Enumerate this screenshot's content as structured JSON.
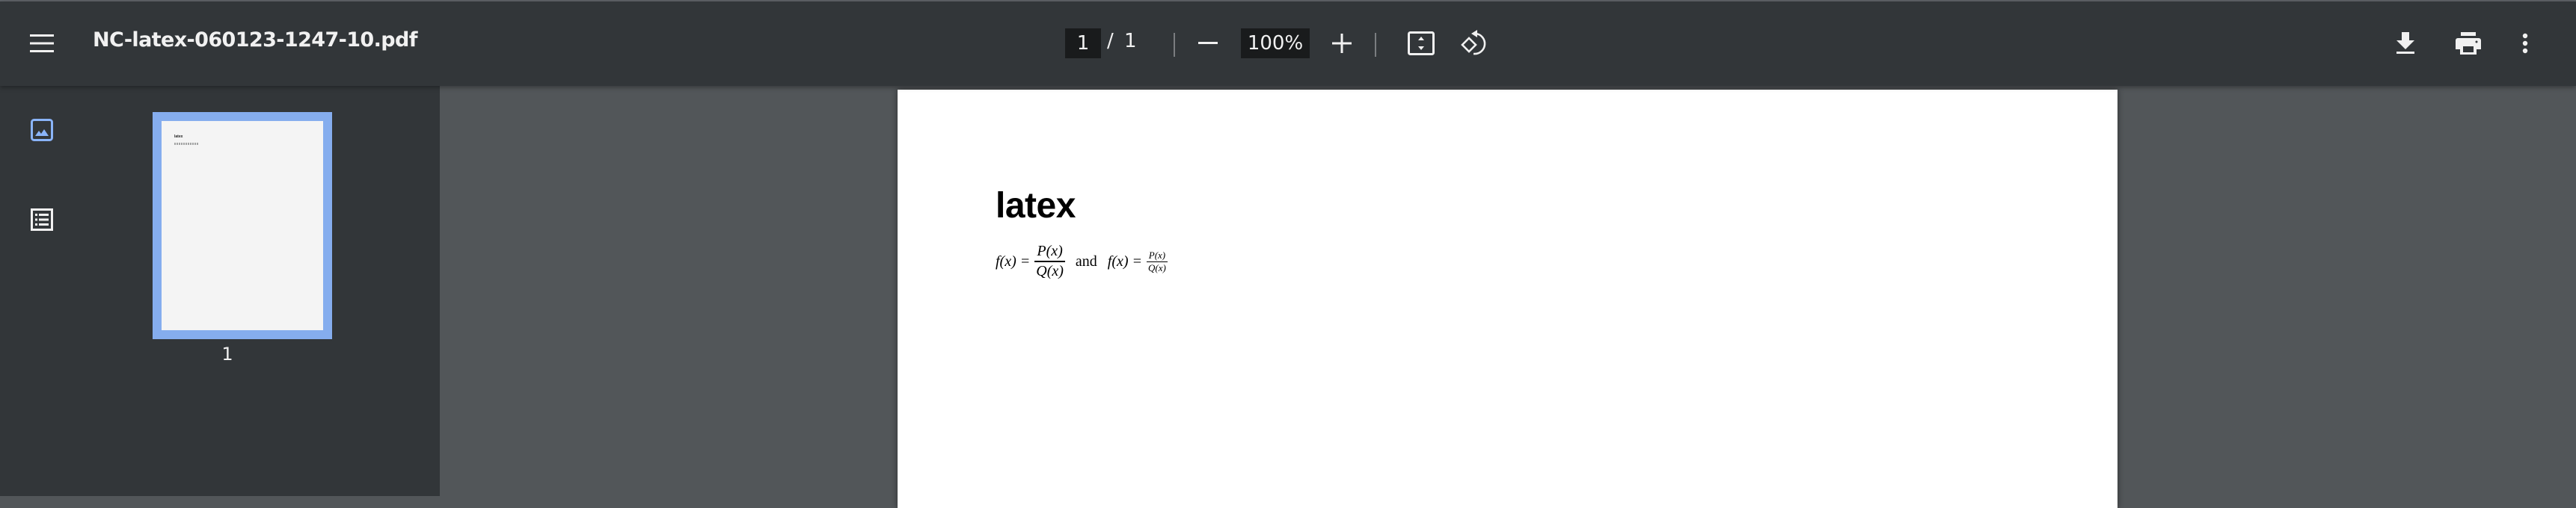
{
  "toolbar": {
    "title": "NC-latex-060123-1247-10.pdf",
    "current_page": "1",
    "page_separator": "/",
    "total_pages": "1",
    "zoom_level": "100%",
    "icons": {
      "menu": "hamburger-menu-icon",
      "zoom_out": "minus-icon",
      "zoom_in": "plus-icon",
      "fit": "fit-to-page-icon",
      "rotate": "rotate-counterclockwise-icon",
      "download": "download-icon",
      "print": "print-icon",
      "more": "more-vertical-icon"
    }
  },
  "sidebar": {
    "rail": [
      {
        "name": "thumbnails",
        "icon": "image-icon",
        "active": true
      },
      {
        "name": "outline",
        "icon": "list-icon",
        "active": false
      }
    ],
    "thumbnails": [
      {
        "page_label": "1",
        "heading": "latex",
        "selected": true
      }
    ]
  },
  "document": {
    "heading": "latex",
    "formula": {
      "lhs1": "f(x) =",
      "frac1_num": "P(x)",
      "frac1_den": "Q(x)",
      "connector": "and",
      "lhs2": "f(x) =",
      "frac2_num": "P(x)",
      "frac2_den": "Q(x)"
    }
  },
  "colors": {
    "toolbar_bg": "#323639",
    "viewer_bg": "#525659",
    "accent": "#8ab4f8",
    "input_bg": "#191b1c",
    "text": "#f1f1f1"
  }
}
